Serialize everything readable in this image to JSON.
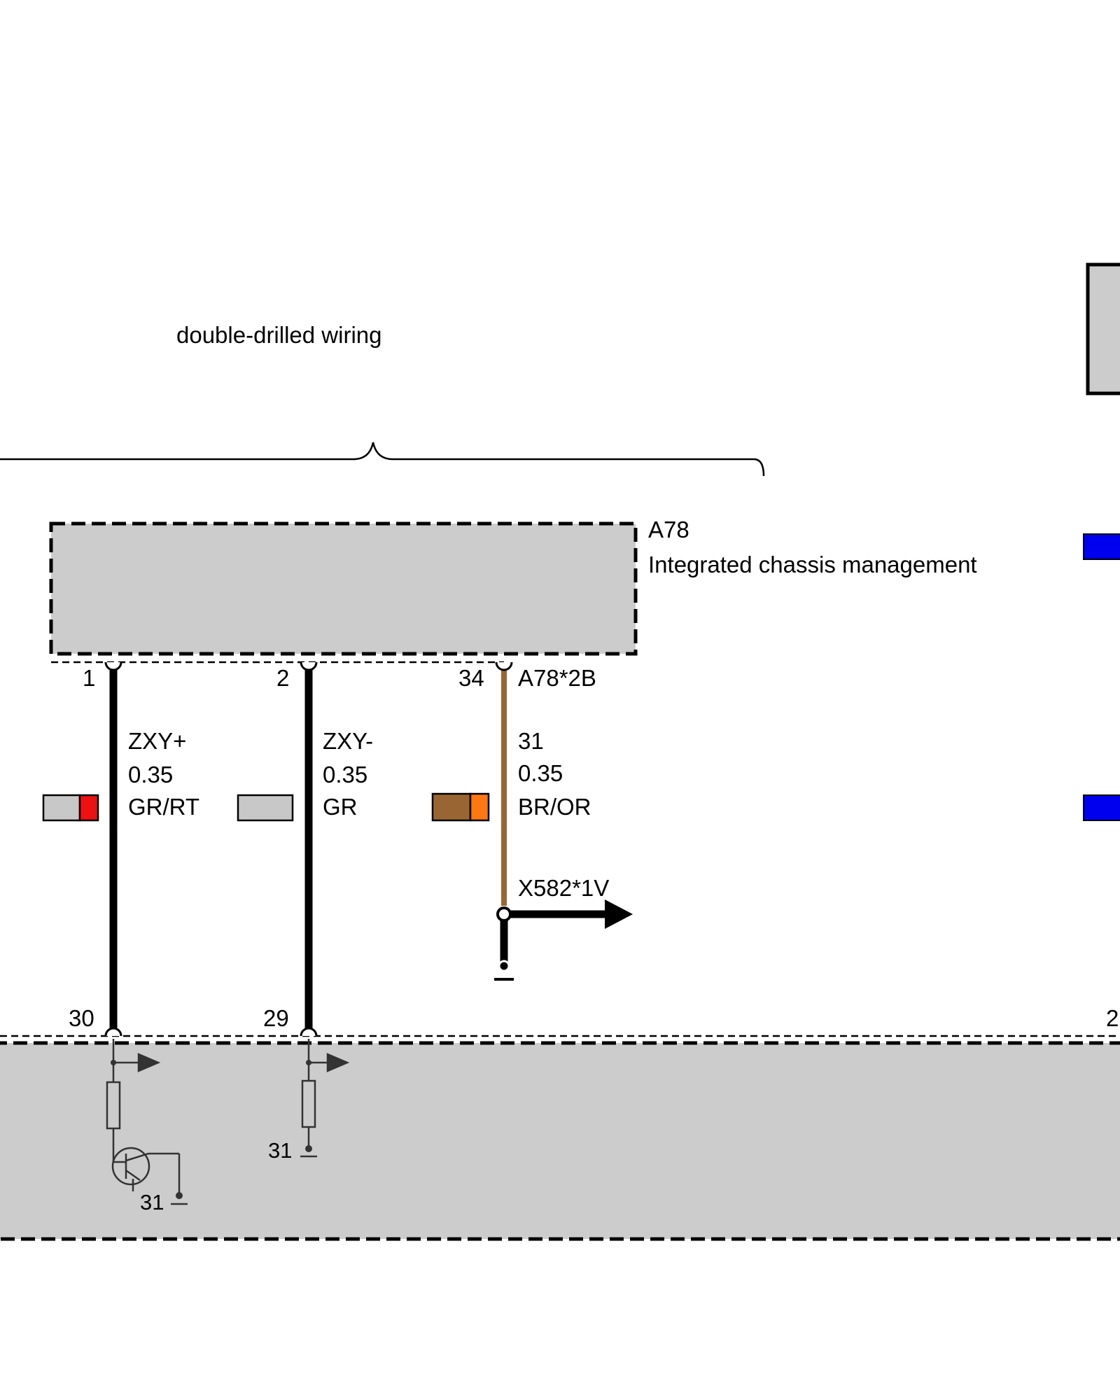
{
  "brace_label": "double-drilled wiring",
  "module_top": {
    "id": "A78",
    "name": "Integrated chassis management",
    "connector": "A78*2B",
    "fill": "#cccccc"
  },
  "module_bottom": {
    "fill": "#cccccc"
  },
  "wires": [
    {
      "pin_top": "1",
      "pin_bottom": "30",
      "signal": "ZXY+",
      "gauge": "0.35",
      "color_code": "GR/RT",
      "swatch": [
        "#c8c8c8",
        "#ee1111"
      ]
    },
    {
      "pin_top": "2",
      "pin_bottom": "29",
      "signal": "ZXY-",
      "gauge": "0.35",
      "color_code": "GR",
      "swatch": [
        "#c8c8c8"
      ]
    },
    {
      "pin_top": "34",
      "signal": "31",
      "gauge": "0.35",
      "color_code": "BR/OR",
      "swatch": [
        "#996633",
        "#ff7711"
      ],
      "wire_color": "#996633",
      "splice": "X582*1V"
    }
  ],
  "ground_labels": [
    "31",
    "31"
  ],
  "right_edge_pin": "2",
  "side_markers_color": "#0000ee"
}
